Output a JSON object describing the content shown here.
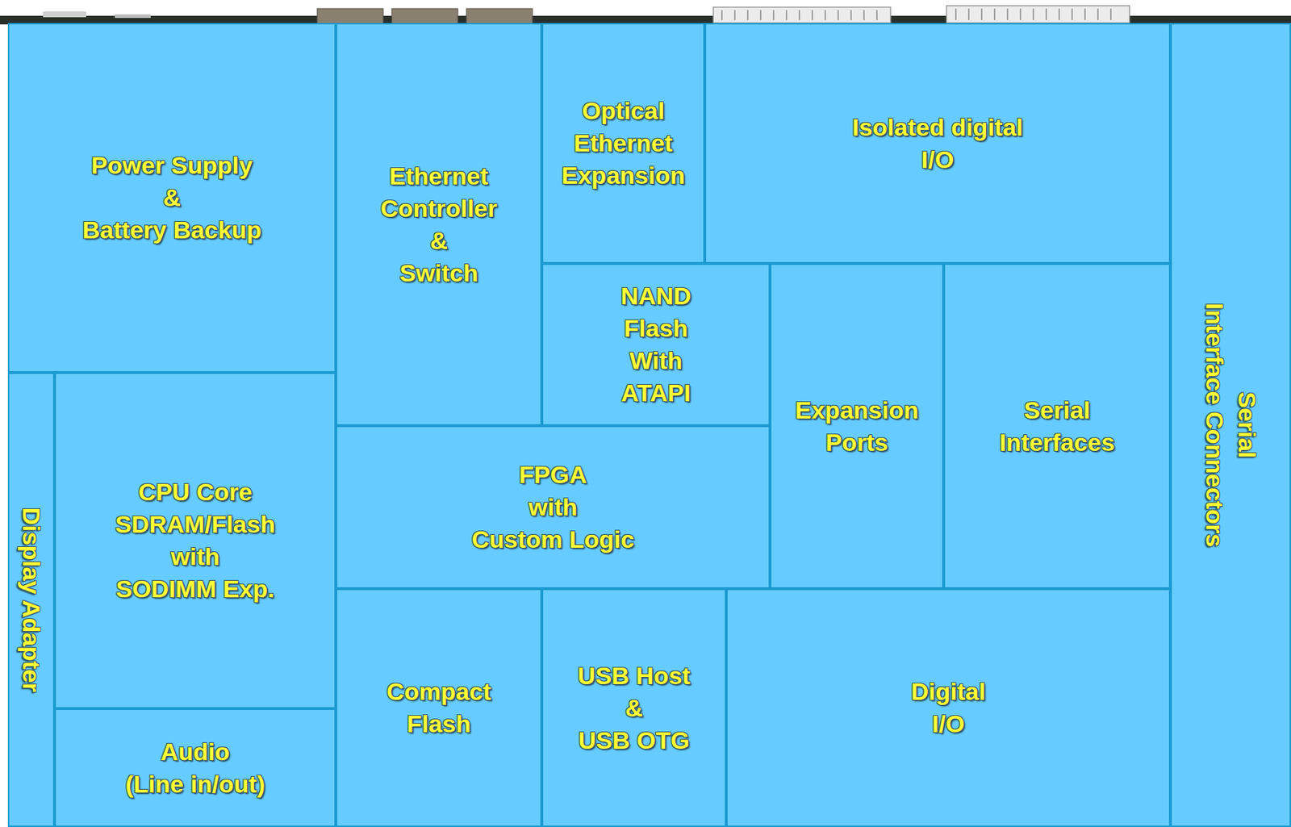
{
  "diagram": {
    "nodes": [
      {
        "text": [
          "Power Supply & Battery Backup"
        ]
      },
      {
        "text": [
          "Ethernet Controller & Switch"
        ]
      },
      {
        "text": [
          "Optical Ethernet Expansion"
        ]
      },
      {
        "text": [
          "Isolated digital I/O"
        ]
      },
      {
        "text": [
          "Serial Interface Connectors"
        ]
      },
      {
        "text": [
          "NAND Flash With ATAPI"
        ]
      },
      {
        "text": [
          "Expansion Ports"
        ]
      },
      {
        "text": [
          "Serial Interfaces"
        ]
      },
      {
        "text": [
          "Display Adapter"
        ]
      },
      {
        "text": [
          "CPU Core SDRAM/Flash with SODIMM Exp."
        ]
      },
      {
        "text": [
          "FPGA with Custom Logic"
        ]
      },
      {
        "text": [
          "Audio (Line in/out)"
        ]
      },
      {
        "text": [
          "Compact Flash"
        ]
      },
      {
        "text": [
          "USB Host & USB OTG"
        ]
      },
      {
        "text": [
          "Digital I/O"
        ]
      }
    ]
  }
}
